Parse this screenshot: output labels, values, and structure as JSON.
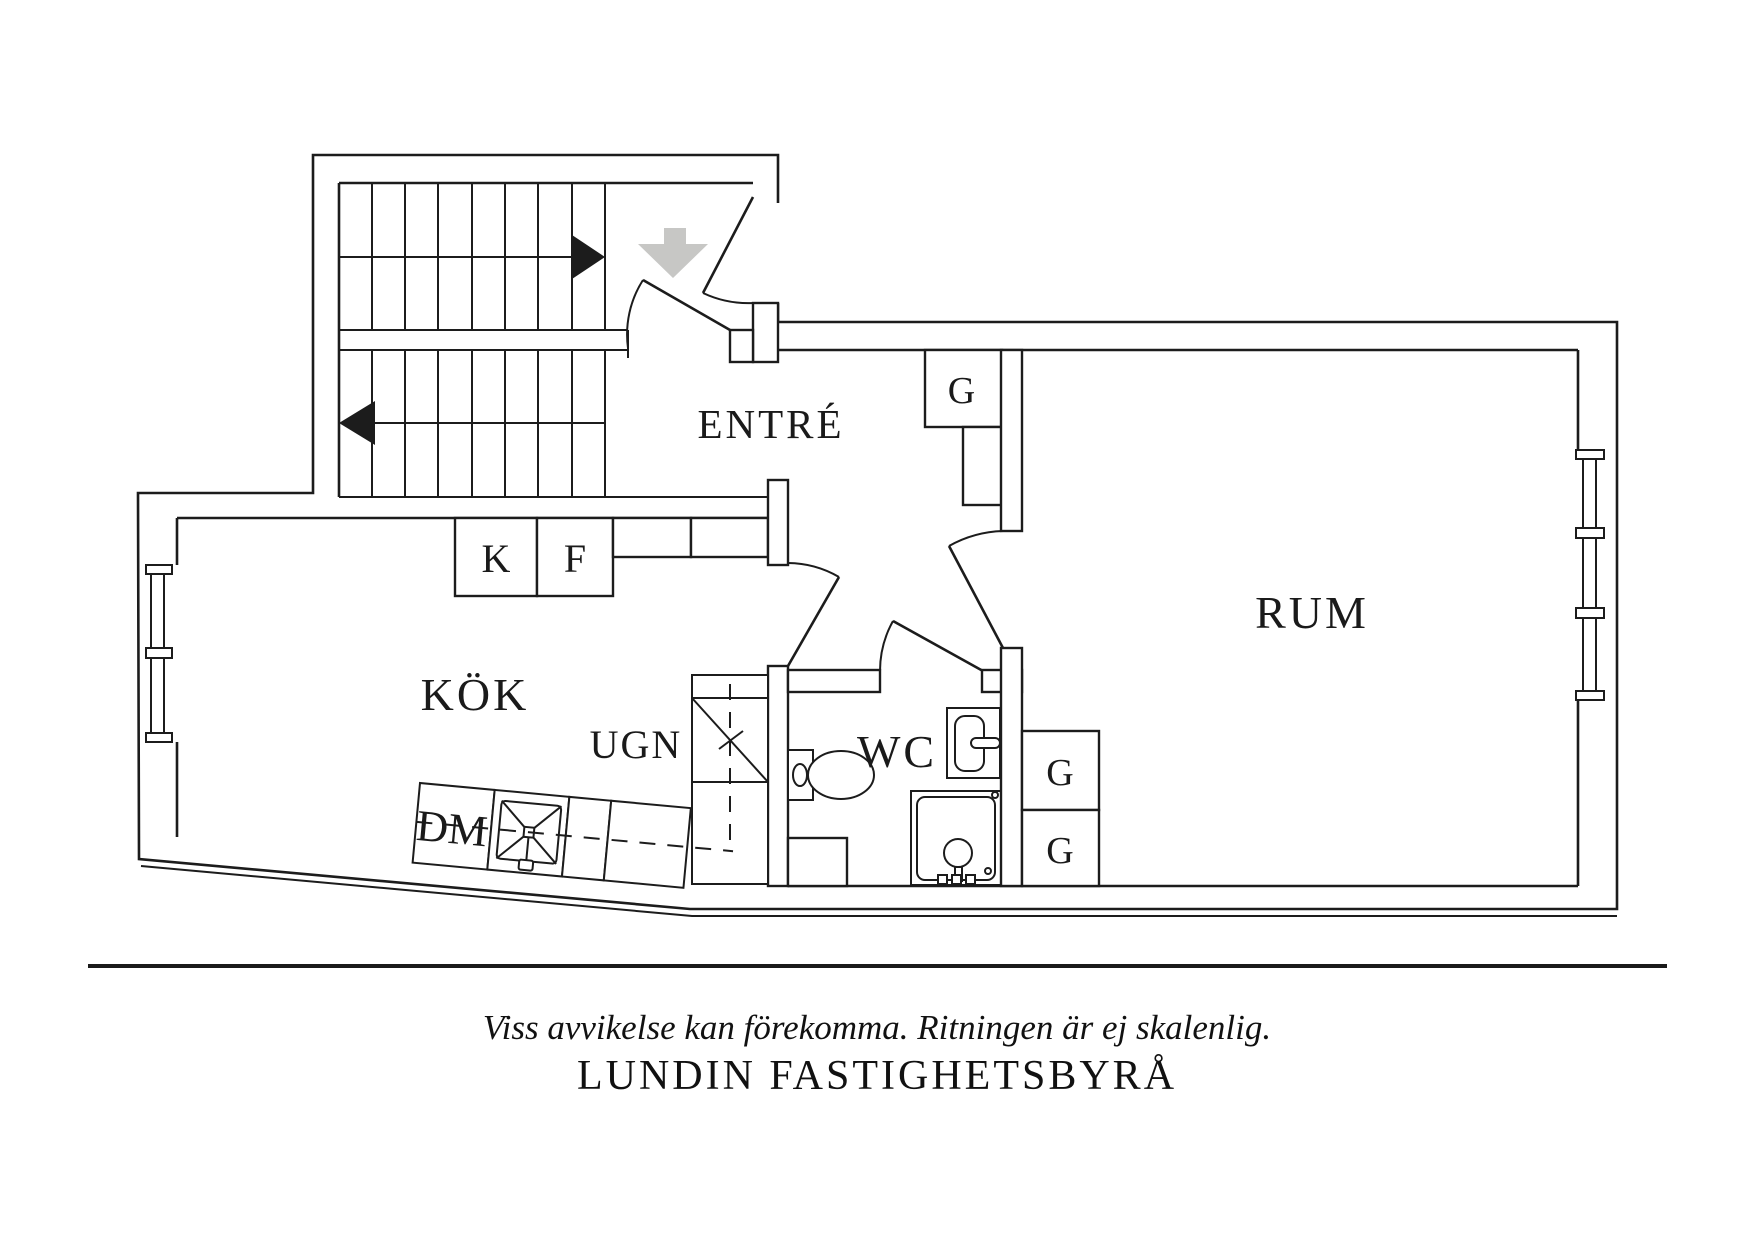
{
  "colors": {
    "background": "#ffffff",
    "line": "#1c1c1c",
    "text": "#1a1a1a",
    "stair_arrow_gray": "#c7c7c5"
  },
  "plan": {
    "rooms": {
      "entre": "ENTRÉ",
      "rum": "RUM",
      "kok": "KÖK",
      "wc": "WC"
    },
    "closets": {
      "entre_g": "G",
      "rum_g_upper": "G",
      "rum_g_lower": "G"
    },
    "kitchen": {
      "k": "K",
      "f": "F",
      "ugn": "UGN",
      "dm": "DM"
    }
  },
  "footer": {
    "disclaimer": "Viss avvikelse kan förekomma. Ritningen är ej skalenlig.",
    "agency": "LUNDIN FASTIGHETSBYRÅ"
  }
}
